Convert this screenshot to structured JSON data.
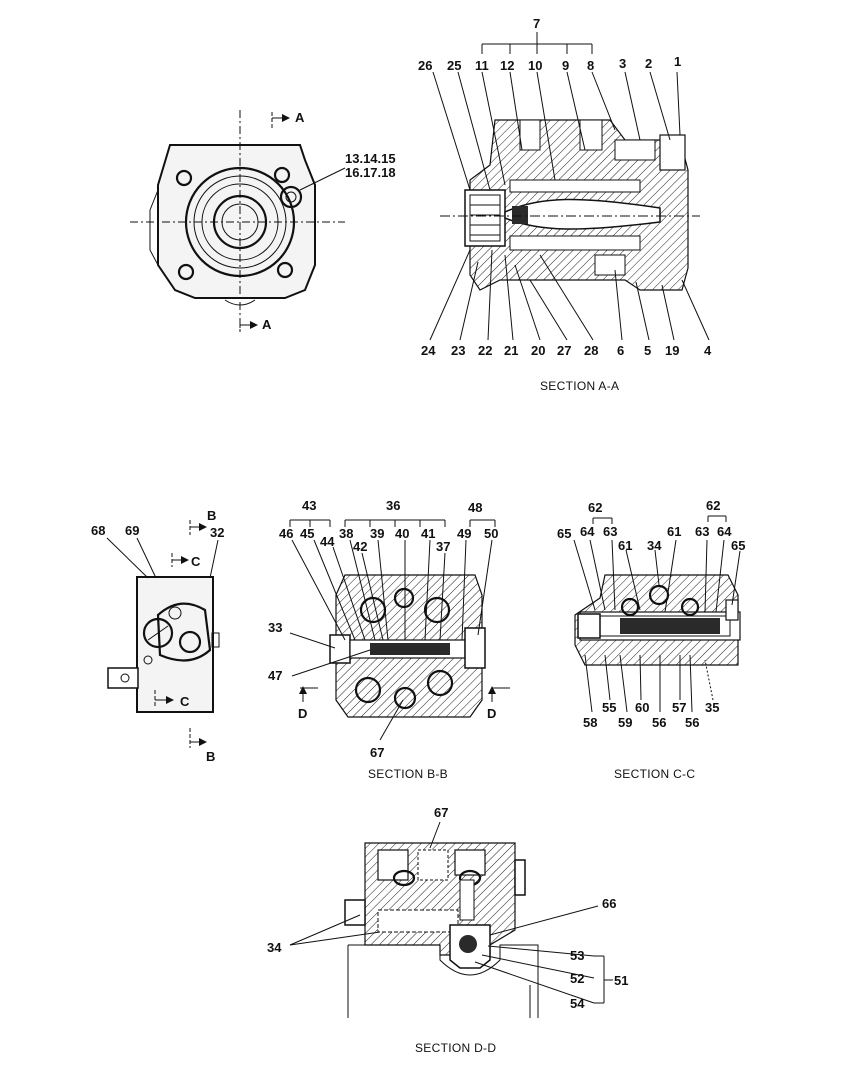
{
  "sections": {
    "aa": {
      "caption": "SECTION A-A",
      "cut_marks": [
        "A",
        "A"
      ],
      "callout_front": [
        "13.14.15",
        "16.17.18"
      ],
      "top_labels": [
        "26",
        "25",
        "11",
        "12",
        "10",
        "9",
        "8",
        "3",
        "2",
        "1"
      ],
      "group_label": "7",
      "bottom_labels": [
        "24",
        "23",
        "22",
        "21",
        "20",
        "27",
        "28",
        "6",
        "5",
        "19",
        "4"
      ]
    },
    "side": {
      "labels": [
        "68",
        "69",
        "32"
      ],
      "cut_marks": [
        "B",
        "C",
        "C",
        "B"
      ]
    },
    "bb": {
      "caption": "SECTION B-B",
      "group_labels": [
        "43",
        "36",
        "48"
      ],
      "top_labels": [
        "46",
        "45",
        "44",
        "38",
        "39",
        "40",
        "41",
        "37",
        "49",
        "50",
        "42"
      ],
      "left_labels": [
        "33",
        "47"
      ],
      "bottom_label": "67",
      "cut_marks": [
        "D",
        "D"
      ]
    },
    "cc": {
      "caption": "SECTION C-C",
      "group_labels": [
        "62",
        "62"
      ],
      "top_labels": [
        "65",
        "64",
        "63",
        "61",
        "34",
        "61",
        "63",
        "64",
        "65"
      ],
      "bottom_labels": [
        "55",
        "60",
        "57",
        "35",
        "58",
        "59",
        "56",
        "56"
      ]
    },
    "dd": {
      "caption": "SECTION D-D",
      "top_label": "67",
      "right_labels": [
        "66",
        "53",
        "52",
        "54"
      ],
      "group_label": "51",
      "left_label": "34"
    }
  }
}
